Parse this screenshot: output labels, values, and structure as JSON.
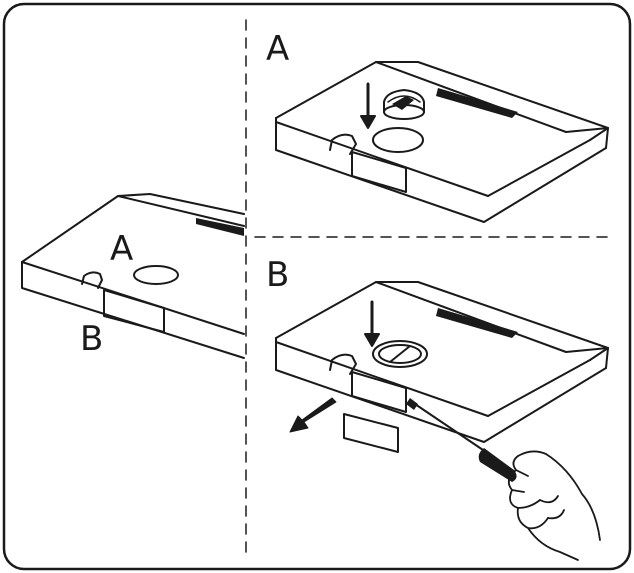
{
  "labels": {
    "left_a": "A",
    "left_b": "B",
    "panel_a": "A",
    "panel_b": "B"
  },
  "icons": [
    "hood-left-icon",
    "hood-a-icon",
    "hood-b-icon",
    "down-arrow-icon",
    "filter-cap-icon",
    "filter-disc-icon",
    "remove-arrow-icon",
    "screwdriver-icon",
    "hand-icon"
  ],
  "colors": {
    "line": "#1a1a1a",
    "background": "#ffffff"
  }
}
